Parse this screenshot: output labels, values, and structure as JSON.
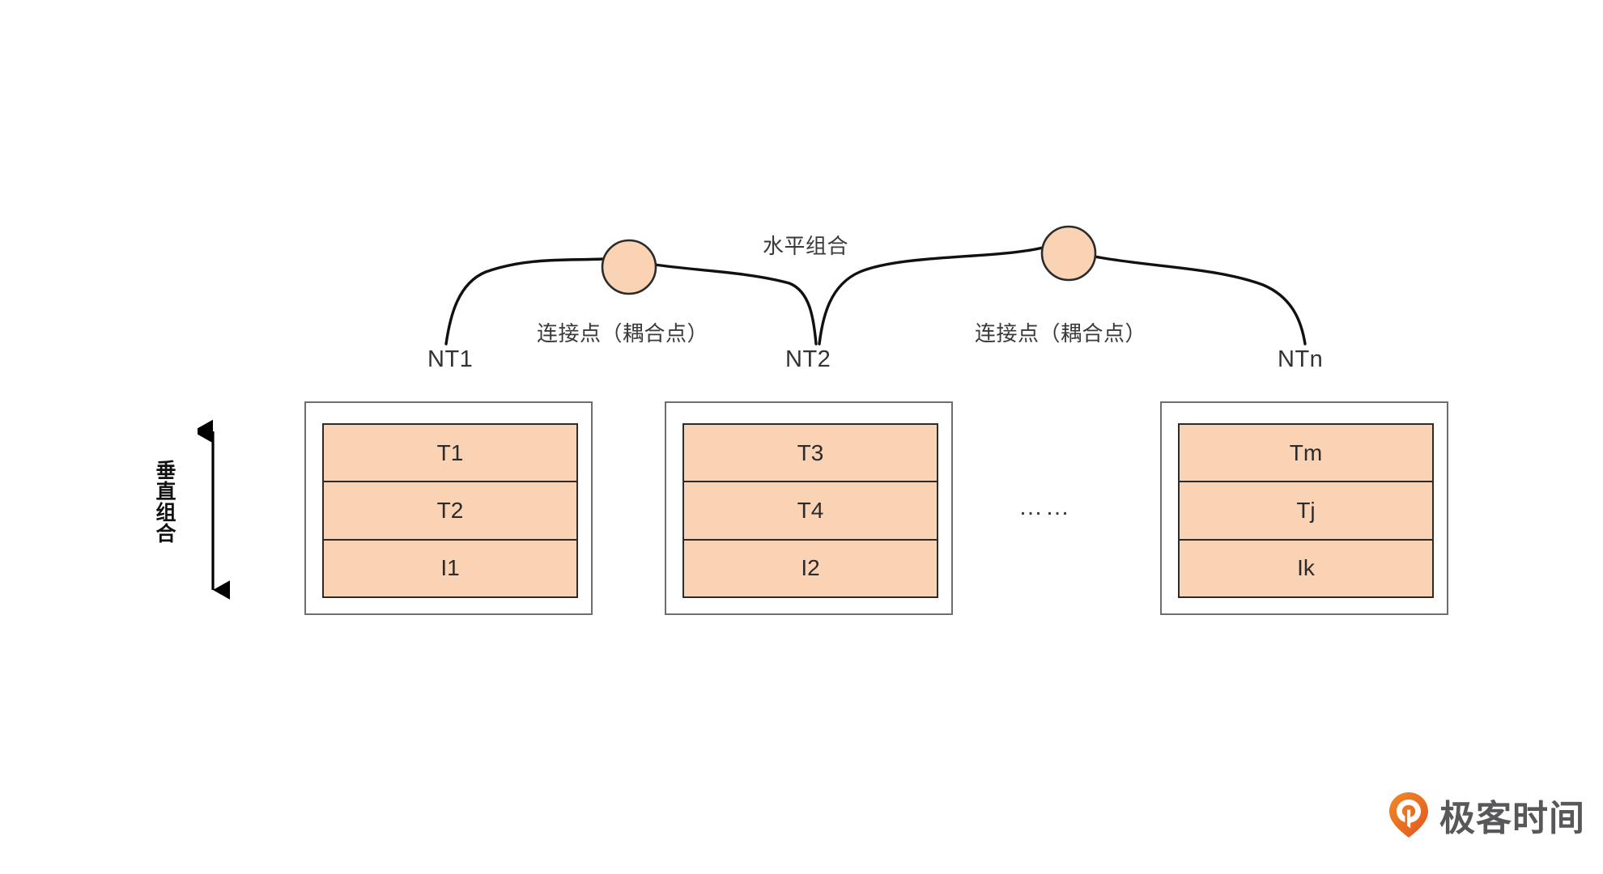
{
  "diagram": {
    "title_label": "水平组合",
    "coupling_labels": [
      "连接点（耦合点）",
      "连接点（耦合点）"
    ],
    "node_labels": [
      "NT1",
      "NT2",
      "NTn"
    ],
    "vertical_caption": "垂直组合",
    "ellipsis": "……",
    "colors": {
      "cell_fill": "#FAD2B4",
      "cell_stroke": "#2b2b2b",
      "outer_stroke": "#6e6e6e",
      "circle_fill": "#FAD2B4",
      "circle_stroke": "#2b2b2b",
      "curve_stroke": "#111111",
      "text": "#333333",
      "brand_orange": "#E8681E"
    },
    "stacks": [
      {
        "name": "stack-1",
        "cells": [
          "T1",
          "T2",
          "I1"
        ]
      },
      {
        "name": "stack-2",
        "cells": [
          "T3",
          "T4",
          "I2"
        ]
      },
      {
        "name": "stack-3",
        "cells": [
          "Tm",
          "Tj",
          "Ik"
        ]
      }
    ],
    "coupling_points": [
      {
        "name": "coupling-point-1"
      },
      {
        "name": "coupling-point-2"
      }
    ]
  },
  "watermark": {
    "text": "极客时间",
    "icon": "geektime-pin-logo"
  }
}
